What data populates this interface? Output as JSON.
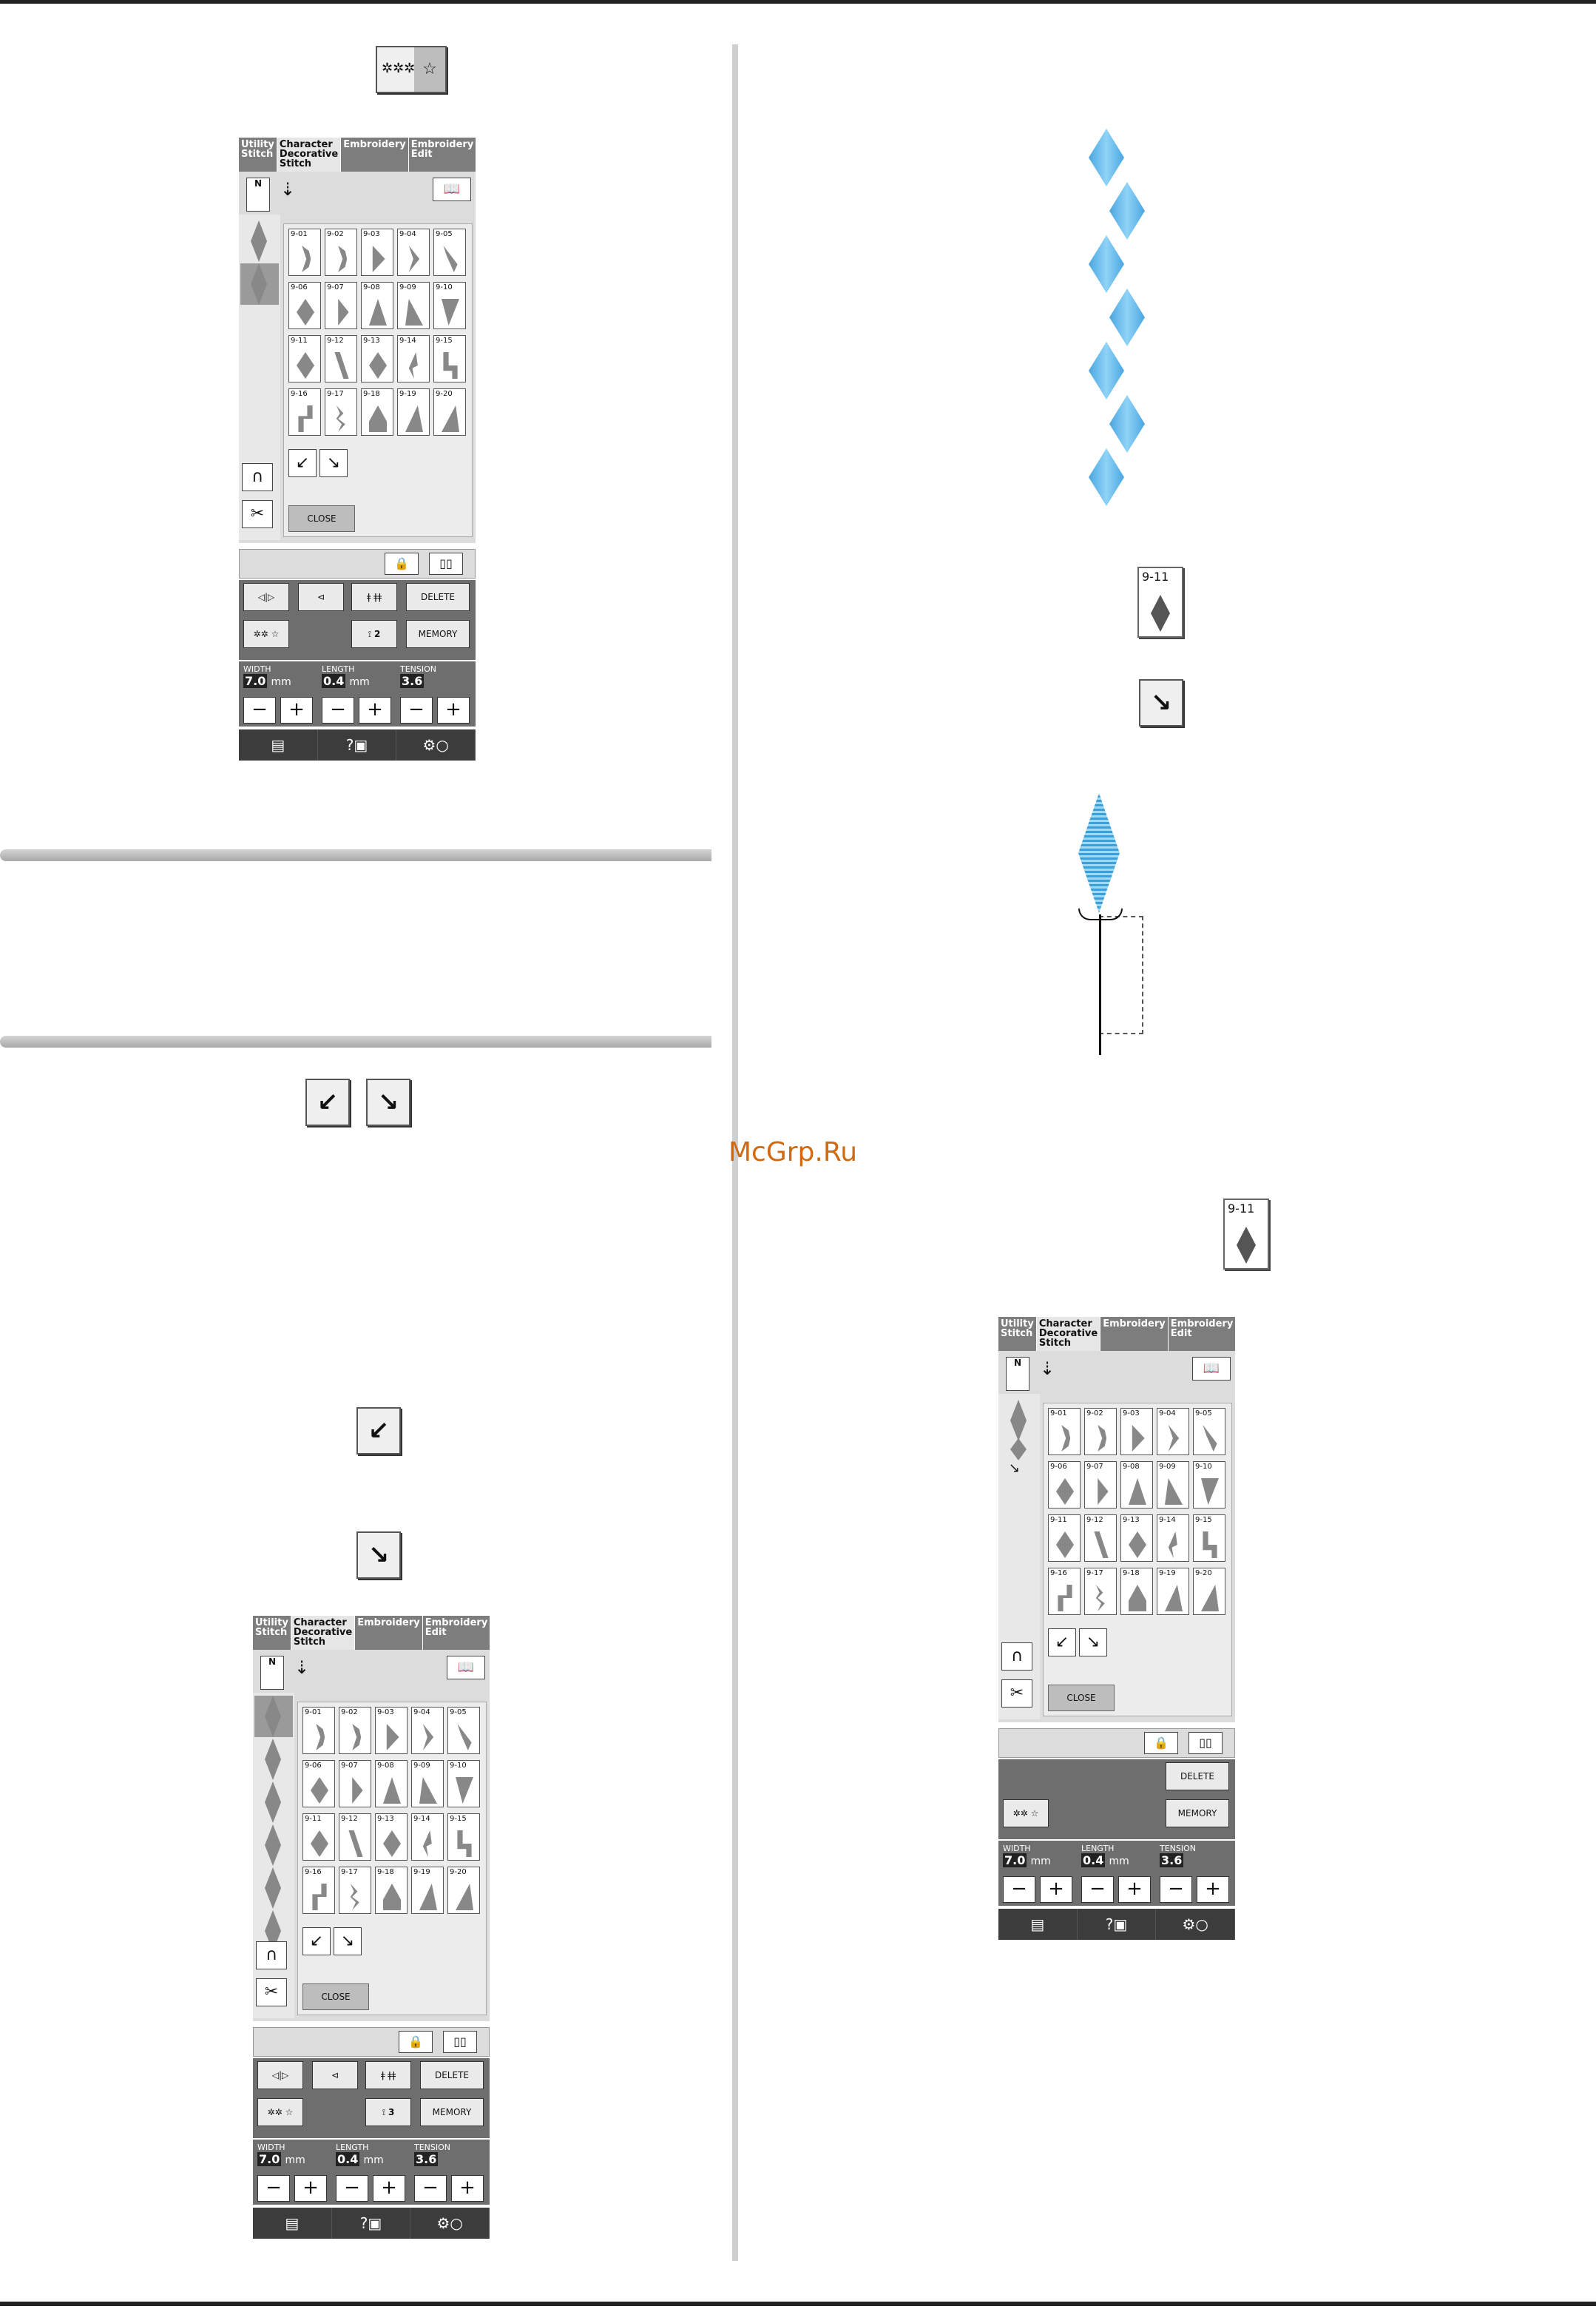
{
  "watermark": "McGrp.Ru",
  "pattern_cell": {
    "code": "9-11"
  },
  "panel": {
    "tabs": [
      {
        "label": "Utility Stitch"
      },
      {
        "label": "Character Decorative Stitch"
      },
      {
        "label": "Embroidery"
      },
      {
        "label": "Embroidery Edit"
      }
    ],
    "foot_label": "N",
    "stitches": [
      "9-01",
      "9-02",
      "9-03",
      "9-04",
      "9-05",
      "9-06",
      "9-07",
      "9-08",
      "9-09",
      "9-10",
      "9-11",
      "9-12",
      "9-13",
      "9-14",
      "9-15",
      "9-16",
      "9-17",
      "9-18",
      "9-19",
      "9-20"
    ],
    "close_label": "CLOSE",
    "delete_label": "DELETE",
    "memory_label": "MEMORY",
    "width": {
      "name": "WIDTH",
      "value": "7.0",
      "unit": "mm"
    },
    "length": {
      "name": "LENGTH",
      "value": "0.4",
      "unit": "mm"
    },
    "tension": {
      "name": "TENSION",
      "value": "3.6"
    },
    "minus": "−",
    "plus": "+"
  },
  "panel1_repeat": "2",
  "panel2_repeat": "3",
  "colors": {
    "stitch_blue": "#4aa6e0",
    "panel_dark": "#6e6e6e"
  }
}
